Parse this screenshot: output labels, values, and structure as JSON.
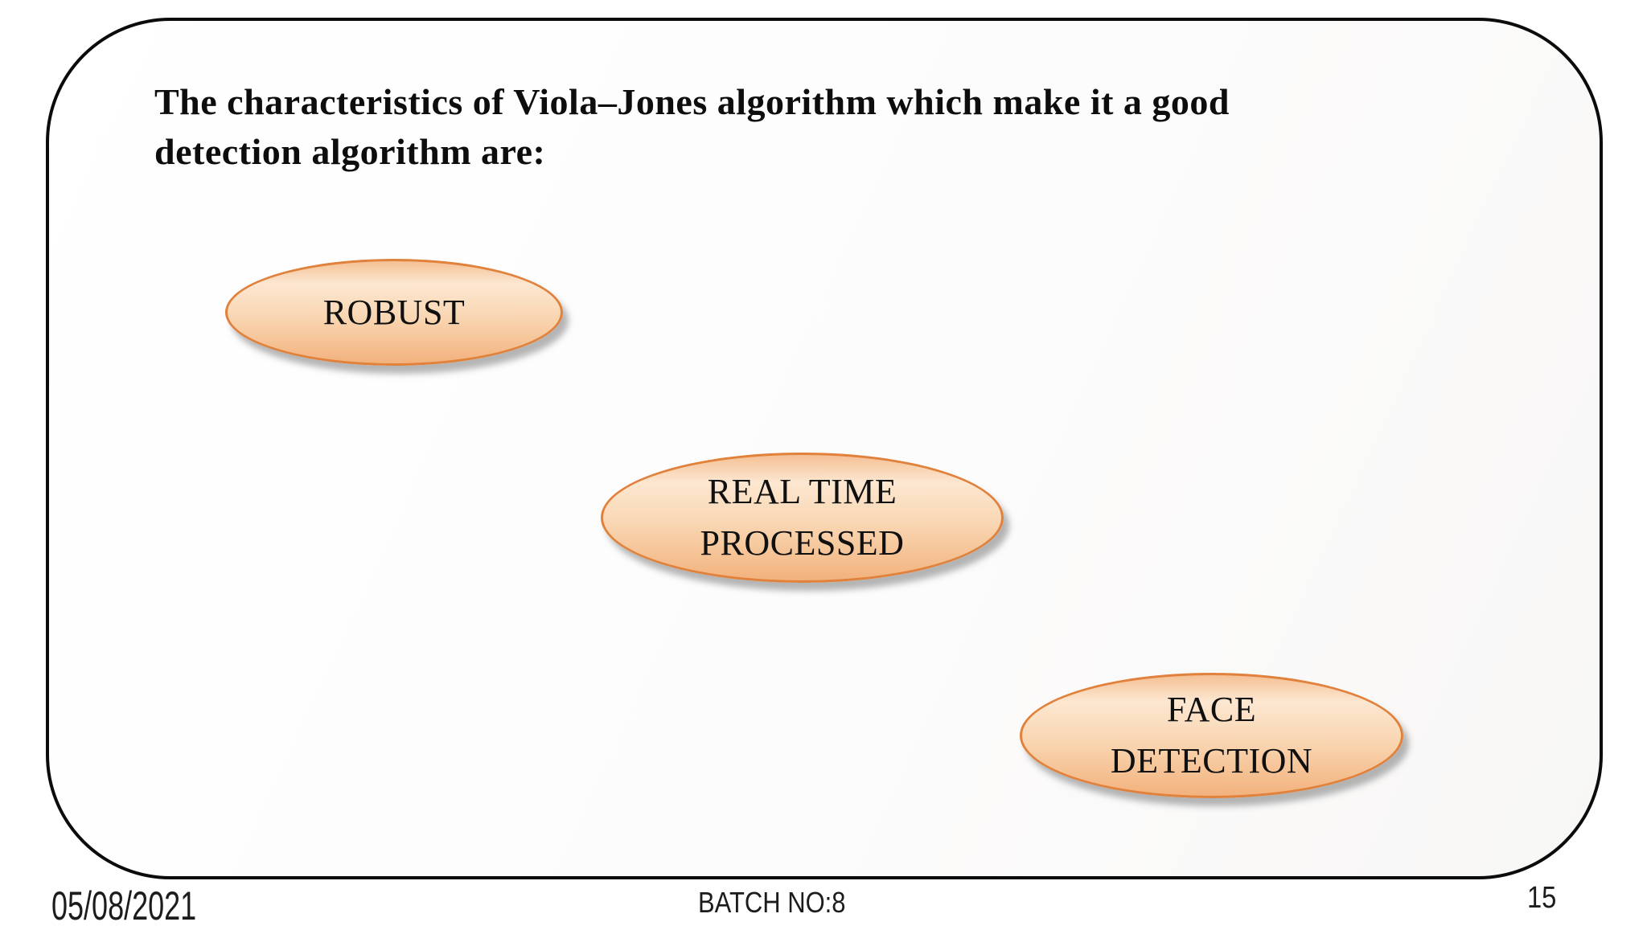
{
  "slide": {
    "title_lines": [
      "The characteristics of Viola–Jones algorithm which make it a good",
      "detection algorithm are:"
    ],
    "bubbles": [
      {
        "id": "robust",
        "label": "ROBUST",
        "lines": [
          "ROBUST"
        ]
      },
      {
        "id": "real-time-processed",
        "label": "REAL TIME PROCESSED",
        "lines": [
          "REAL TIME",
          "PROCESSED"
        ]
      },
      {
        "id": "face-detection",
        "label": "FACE DETECTION",
        "lines": [
          "FACE",
          "DETECTION"
        ]
      }
    ],
    "footer": {
      "date": "05/08/2021",
      "batch": "BATCH NO:8",
      "page_number": "15"
    },
    "colors": {
      "frame_border": "#0b0b0b",
      "bubble_border": "#e0813c",
      "bubble_gradient_top": "#f5c094",
      "bubble_gradient_light": "#fce7d1",
      "bubble_gradient_mid": "#f9d6b2",
      "bubble_gradient_bottom": "#f2b27d",
      "text": "#0d0d0d"
    }
  }
}
